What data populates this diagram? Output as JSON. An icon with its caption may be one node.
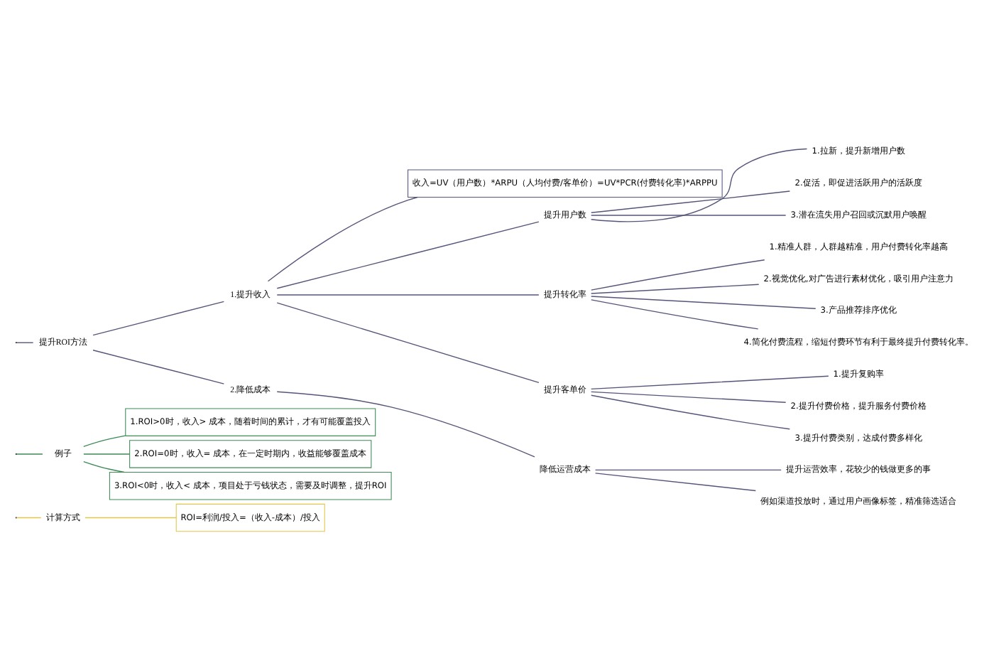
{
  "diagram": {
    "nodes": [
      {
        "text": [
          "计算方式"
        ]
      },
      {
        "text": [
          "ROI=利润/投入=（收入-成本）/投入"
        ]
      },
      {
        "text": [
          "例子"
        ]
      },
      {
        "text": [
          "1.ROI>0时，收入> 成本，随着时间的累计，才有可能覆盖投入"
        ]
      },
      {
        "text": [
          "2.ROI=0时，收入= 成本，在一定时期内，收益能够覆盖成本"
        ]
      },
      {
        "text": [
          "3.ROI<0时，收入< 成本，项目处于亏钱状态，需要及时调整，提升ROI"
        ]
      },
      {
        "text": [
          "提升ROI方法"
        ]
      },
      {
        "text": [
          "1.提升收入"
        ]
      },
      {
        "text": [
          "收入=UV（用户数）*ARPU（人均付费/客单价）=UV*PCR(付费转化率)*ARPPU"
        ]
      },
      {
        "text": [
          "提升用户数"
        ]
      },
      {
        "text": [
          "1.拉新，提升新增用户数"
        ]
      },
      {
        "text": [
          "2.促活，即促进活跃用户的活跃度"
        ]
      },
      {
        "text": [
          "3.潜在流失用户召回或沉默用户唤醒"
        ]
      },
      {
        "text": [
          "提升转化率"
        ]
      },
      {
        "text": [
          "1.精准人群，人群越精准，用户付费转化率越高"
        ]
      },
      {
        "text": [
          "2.视觉优化,对广告进行素材优化，吸引用户注意力"
        ]
      },
      {
        "text": [
          "3.产品推荐排序优化"
        ]
      },
      {
        "text": [
          "4.简化付费流程，缩短付费环节有利于最终提升付费转化率。"
        ]
      },
      {
        "text": [
          "提升客单价"
        ]
      },
      {
        "text": [
          "1.提升复购率"
        ]
      },
      {
        "text": [
          "2.提升付费价格，提升服务付费价格"
        ]
      },
      {
        "text": [
          "3.提升付费类别，达成付费多样化"
        ]
      },
      {
        "text": [
          "2.降低成本"
        ]
      },
      {
        "text": [
          "降低运营成本"
        ]
      },
      {
        "text": [
          "提升运营效率，花较少的钱做更多的事"
        ]
      },
      {
        "text": [
          "例如渠道投放时，通过用户画像标签，精准筛选适合"
        ]
      }
    ],
    "edges": [
      {
        "from": null,
        "to": 0,
        "arrow": "none",
        "color": "#e3c54a"
      },
      {
        "from": 0,
        "to": 1,
        "arrow": "none",
        "color": "#e3c54a"
      },
      {
        "from": null,
        "to": 2,
        "arrow": "none",
        "color": "#3e8a55"
      },
      {
        "from": 2,
        "to": 3,
        "arrow": "none",
        "color": "#3e8a55"
      },
      {
        "from": 2,
        "to": 4,
        "arrow": "none",
        "color": "#3e8a55"
      },
      {
        "from": 2,
        "to": 5,
        "arrow": "none",
        "color": "#3e8a55"
      },
      {
        "from": null,
        "to": 6,
        "arrow": "none"
      },
      {
        "from": 6,
        "to": 7,
        "arrow": "none"
      },
      {
        "from": 6,
        "to": 22,
        "arrow": "none"
      },
      {
        "from": 7,
        "to": 8,
        "arrow": "none"
      },
      {
        "from": 7,
        "to": 9,
        "arrow": "none"
      },
      {
        "from": 7,
        "to": 13,
        "arrow": "none"
      },
      {
        "from": 7,
        "to": 18,
        "arrow": "none"
      },
      {
        "from": 9,
        "to": 10,
        "arrow": "none"
      },
      {
        "from": 9,
        "to": 11,
        "arrow": "none"
      },
      {
        "from": 9,
        "to": 12,
        "arrow": "none"
      },
      {
        "from": 13,
        "to": 14,
        "arrow": "none"
      },
      {
        "from": 13,
        "to": 15,
        "arrow": "none"
      },
      {
        "from": 13,
        "to": 16,
        "arrow": "none"
      },
      {
        "from": 13,
        "to": 17,
        "arrow": "none"
      },
      {
        "from": 18,
        "to": 19,
        "arrow": "none"
      },
      {
        "from": 18,
        "to": 20,
        "arrow": "none"
      },
      {
        "from": 18,
        "to": 21,
        "arrow": "none"
      },
      {
        "from": 22,
        "to": 23,
        "arrow": "none"
      },
      {
        "from": 23,
        "to": 24,
        "arrow": "none"
      },
      {
        "from": 23,
        "to": 25,
        "arrow": "none"
      }
    ]
  }
}
